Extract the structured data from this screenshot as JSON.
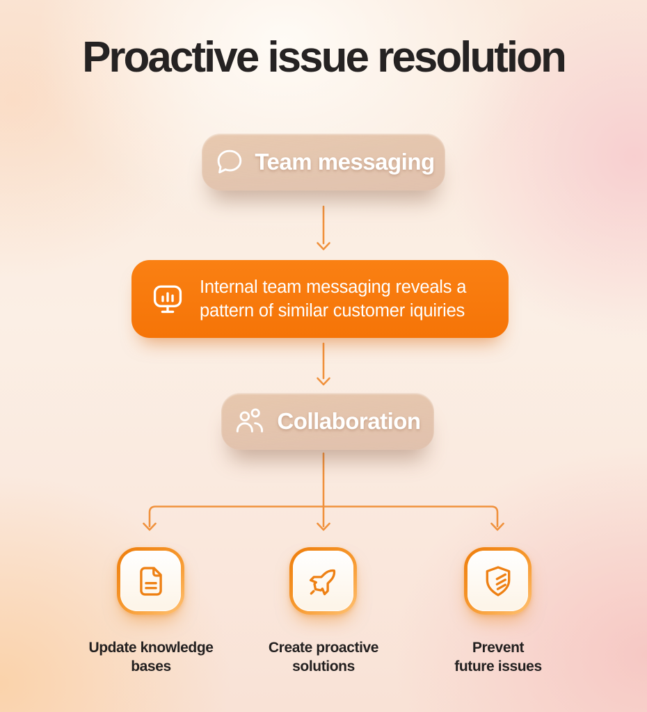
{
  "page": {
    "title": "Proactive issue resolution"
  },
  "colors": {
    "accent_orange": "#F8790D",
    "arrow_orange": "#F0913C",
    "icon_stroke_orange": "#EE8013",
    "tile_ring_orange": "#EF8110",
    "glass_pill_tan": "#D8B094",
    "title_text": "#252222",
    "node_text": "#FFFFFF",
    "outcome_label_text": "#232020"
  },
  "icons": {
    "team_messaging": "chat-bubble-icon",
    "insight": "presentation-chart-icon",
    "collaboration": "users-icon",
    "outcome_1": "document-icon",
    "outcome_2": "rocket-icon",
    "outcome_3": "shield-icon"
  },
  "flow": {
    "node_team_messaging": {
      "label": "Team messaging"
    },
    "node_insight": {
      "text_line1": "Internal team messaging reveals a",
      "text_line2": "pattern of similar customer iquiries"
    },
    "node_collaboration": {
      "label": "Collaboration"
    },
    "outcomes": [
      {
        "label_line1": "Update knowledge",
        "label_line2": "bases"
      },
      {
        "label_line1": "Create proactive",
        "label_line2": "solutions"
      },
      {
        "label_line1": "Prevent",
        "label_line2": "future issues"
      }
    ]
  }
}
